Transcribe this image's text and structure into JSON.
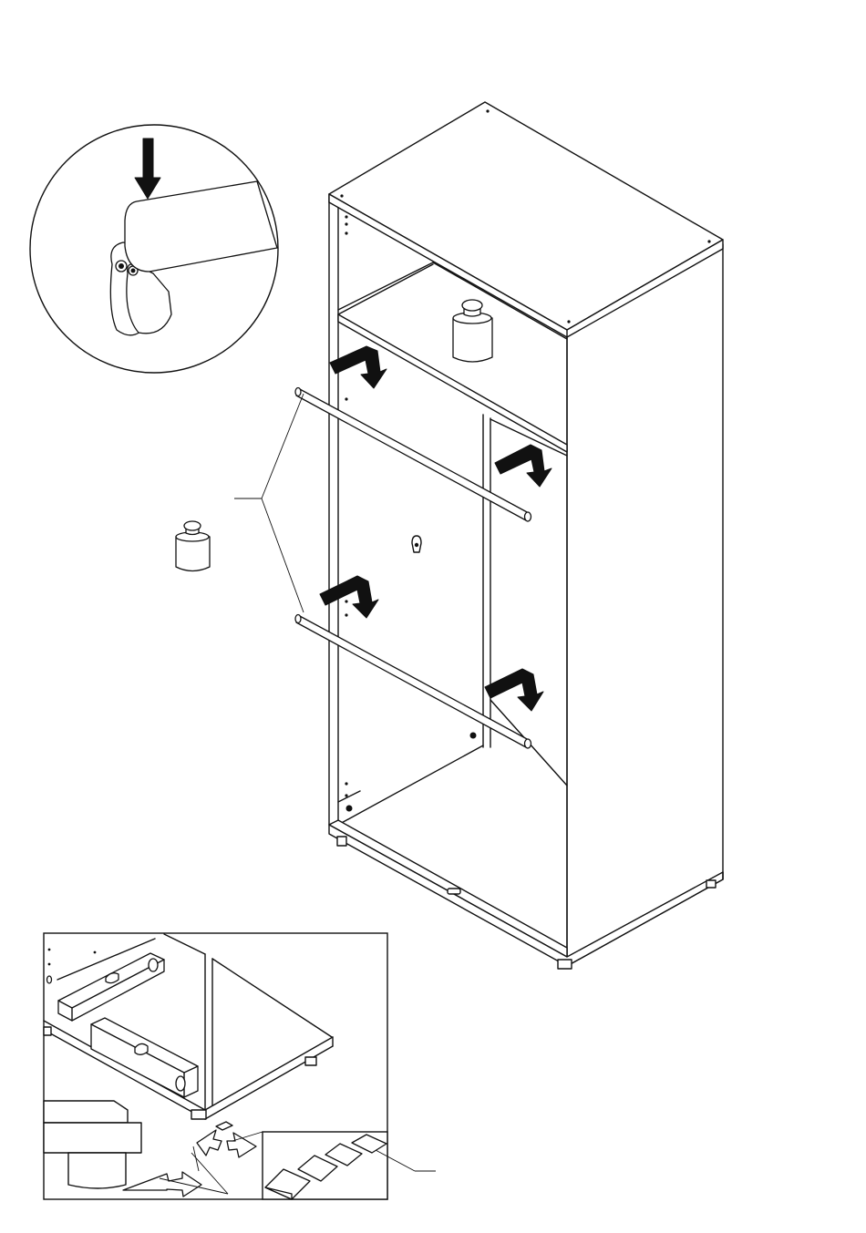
{
  "figure": {
    "kind": "furniture assembly instruction step",
    "text_labels": []
  },
  "parts": {
    "hanging_rails": {
      "count": 2,
      "icon": "rail-icon"
    },
    "weight_icons": {
      "count": 2,
      "icon": "weight-icon"
    },
    "placement_arrows": {
      "count": 4,
      "icon": "bent-arrow-icon"
    },
    "shims": {
      "count": 4,
      "icon": "shim-wedge-icon"
    }
  },
  "details": {
    "rail_bracket": {
      "icon": "down-arrow-icon"
    },
    "leveling": {
      "icon": "spirit-level-icon"
    }
  },
  "colors": {
    "line": "#111111",
    "background": "#ffffff"
  }
}
